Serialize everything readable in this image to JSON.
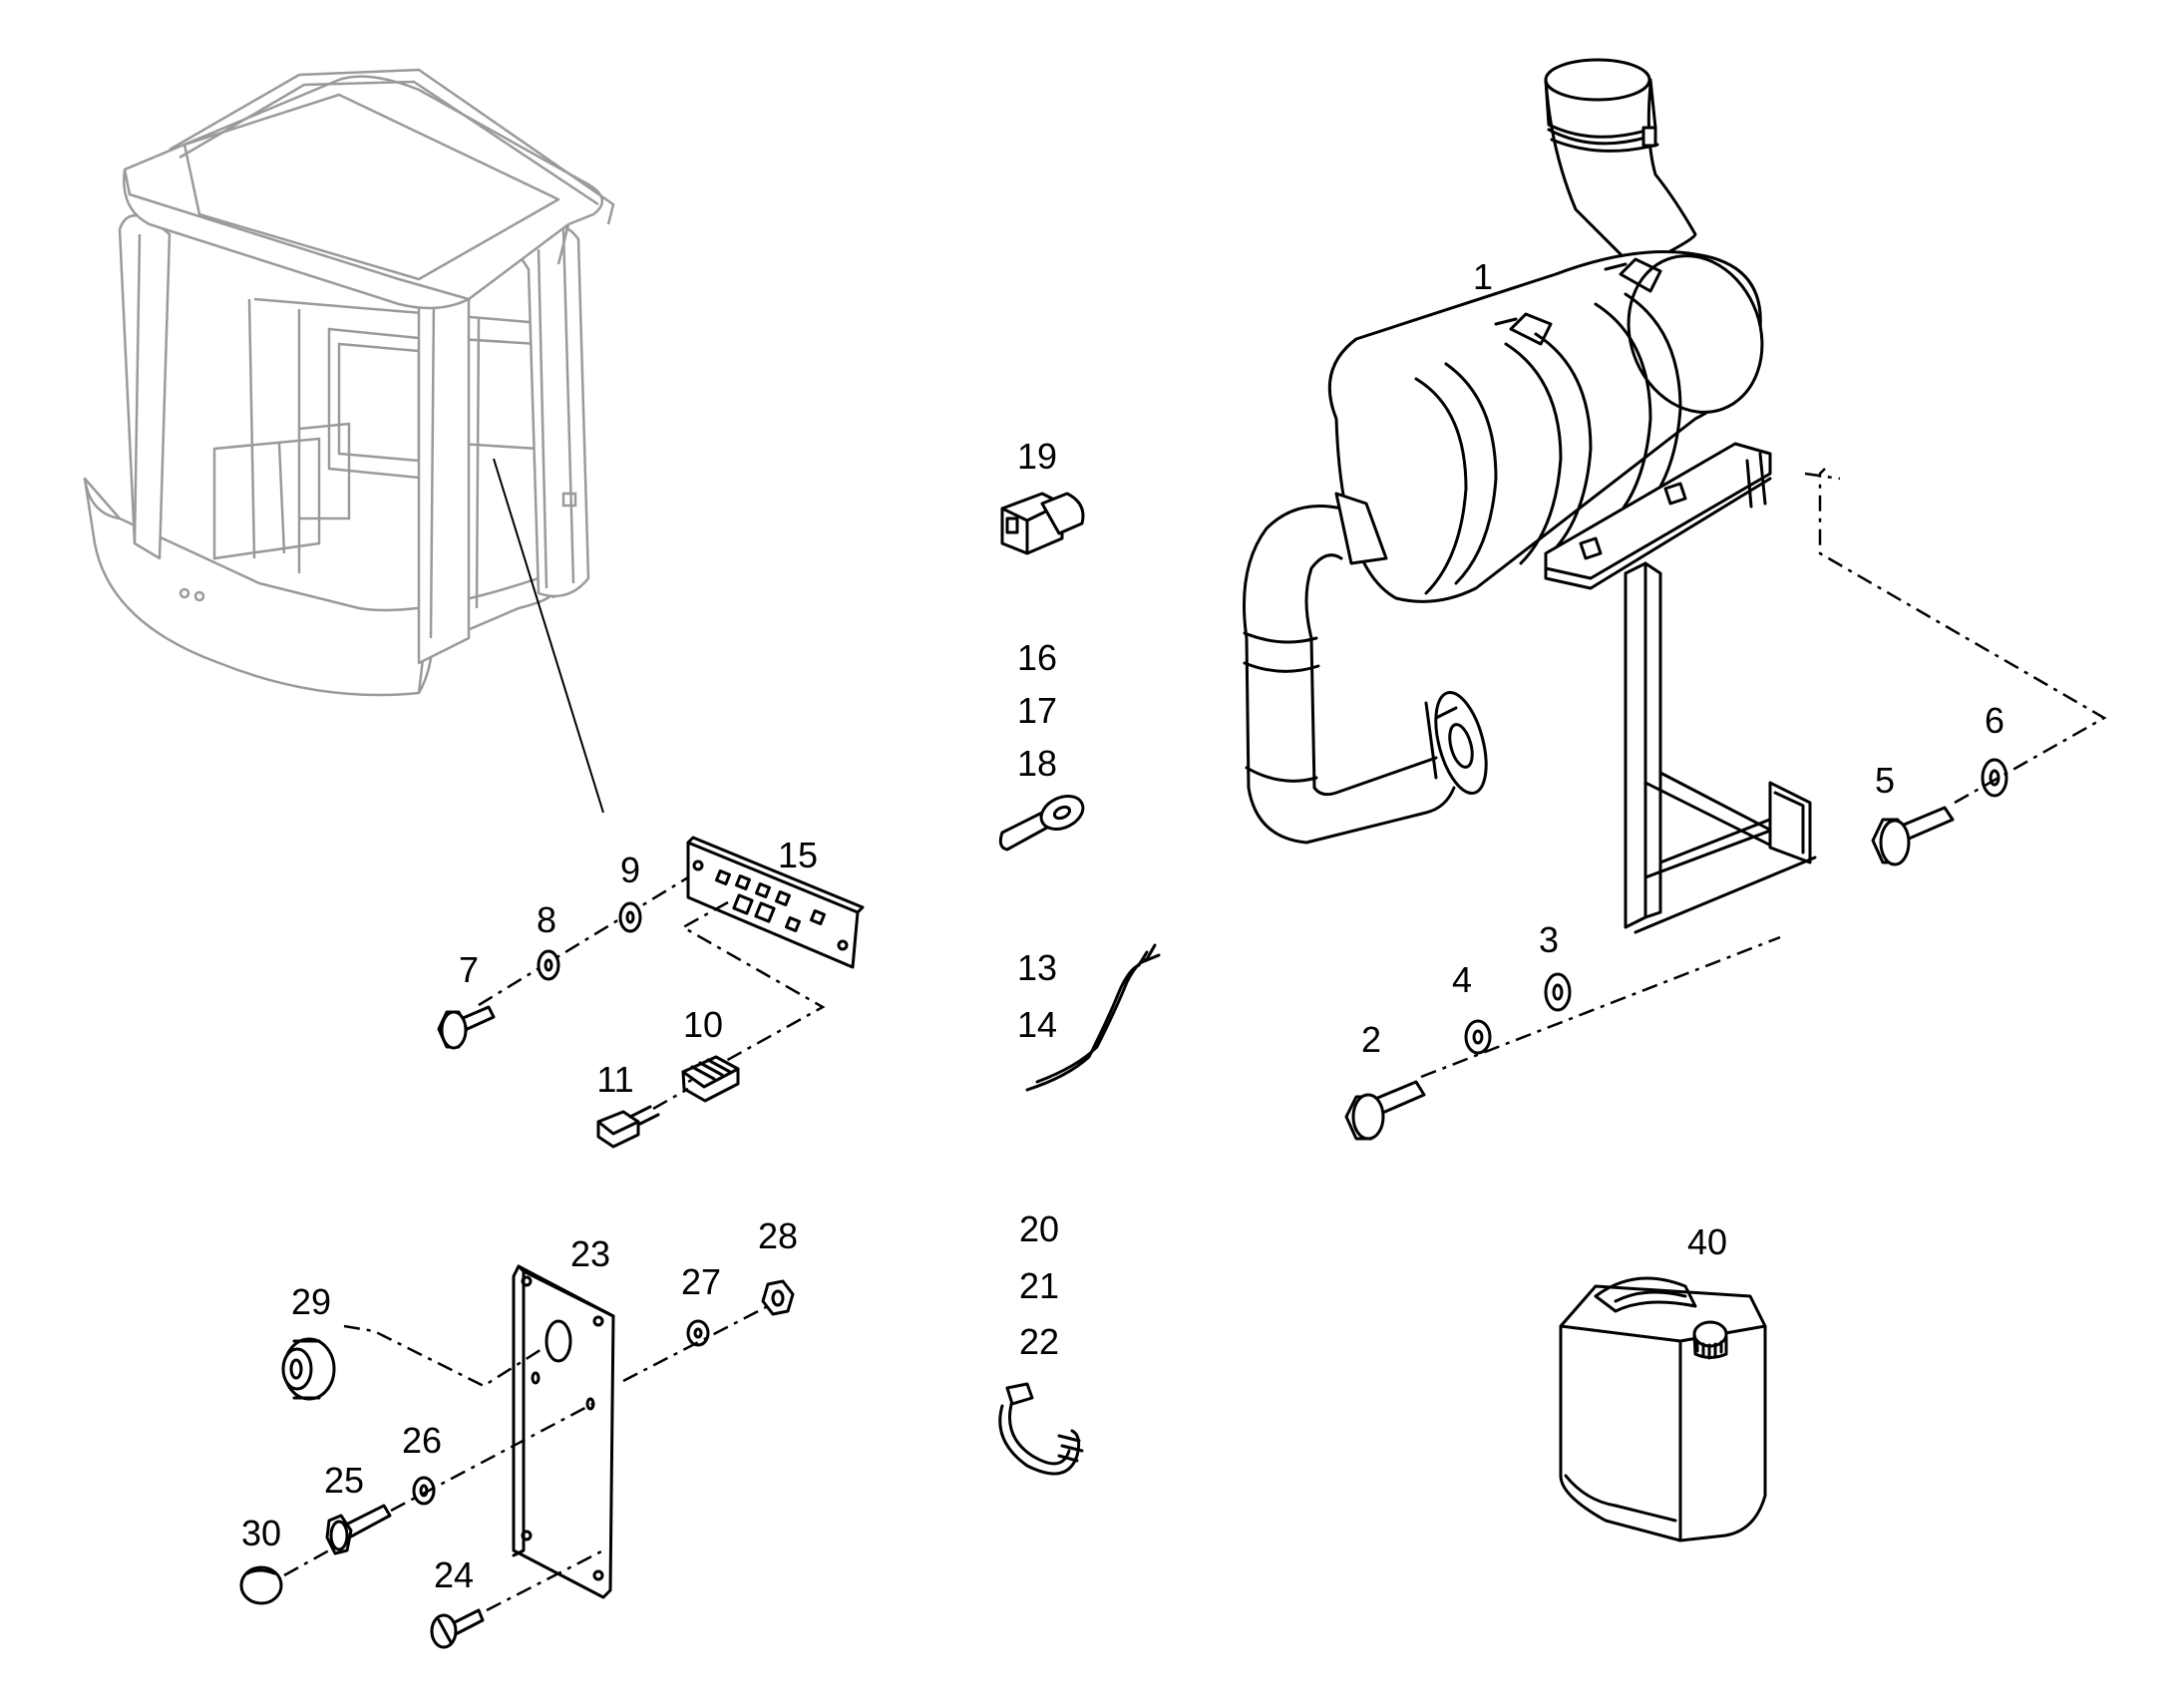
{
  "callouts": [
    {
      "id": "1",
      "label": "1"
    },
    {
      "id": "2",
      "label": "2"
    },
    {
      "id": "3",
      "label": "3"
    },
    {
      "id": "4",
      "label": "4"
    },
    {
      "id": "5",
      "label": "5"
    },
    {
      "id": "6",
      "label": "6"
    },
    {
      "id": "7",
      "label": "7"
    },
    {
      "id": "8",
      "label": "8"
    },
    {
      "id": "9",
      "label": "9"
    },
    {
      "id": "10",
      "label": "10"
    },
    {
      "id": "11",
      "label": "11"
    },
    {
      "id": "13",
      "label": "13"
    },
    {
      "id": "14",
      "label": "14"
    },
    {
      "id": "15",
      "label": "15"
    },
    {
      "id": "16",
      "label": "16"
    },
    {
      "id": "17",
      "label": "17"
    },
    {
      "id": "18",
      "label": "18"
    },
    {
      "id": "19",
      "label": "19"
    },
    {
      "id": "20",
      "label": "20"
    },
    {
      "id": "21",
      "label": "21"
    },
    {
      "id": "22",
      "label": "22"
    },
    {
      "id": "23",
      "label": "23"
    },
    {
      "id": "24",
      "label": "24"
    },
    {
      "id": "25",
      "label": "25"
    },
    {
      "id": "26",
      "label": "26"
    },
    {
      "id": "27",
      "label": "27"
    },
    {
      "id": "28",
      "label": "28"
    },
    {
      "id": "29",
      "label": "29"
    },
    {
      "id": "30",
      "label": "30"
    },
    {
      "id": "40",
      "label": "40"
    }
  ],
  "parts": {
    "cab": "operator-cab",
    "muffler": "exhaust-silencer-assembly",
    "bracket": "silencer-mounting-bracket",
    "terminal_board": "terminal-strip",
    "plate": "mounting-plate",
    "canister": "fluid-canister"
  }
}
